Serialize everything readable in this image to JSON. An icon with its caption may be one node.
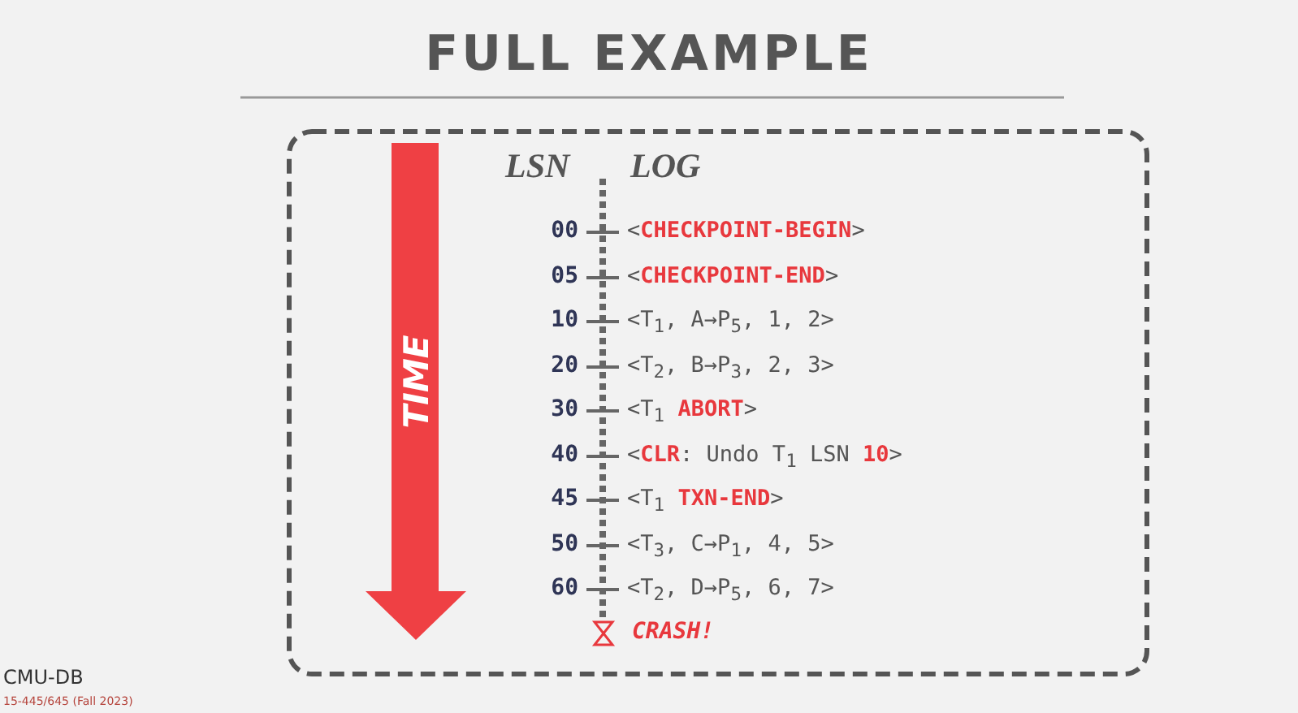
{
  "diagram": {
    "title": "FULL EXAMPLE",
    "labels": [
      "TIME",
      "LSN",
      "LOG",
      "00",
      "<**CHECKPOINT-BEGIN**>",
      "05",
      "<**CHECKPOINT-END**>",
      "10",
      "<T$_{1}$, A→P$_{5}$, 1, 2>",
      "20",
      "<T$_{2}$, B→P$_{3}$, 2, 3>",
      "30",
      "<T$_{1}$ **ABORT**>",
      "40",
      "<**CLR**: Undo T$_{1}$ LSN **10**>",
      "45",
      "<T$_{1}$ **TXN-END**>",
      "50",
      "<T$_{3}$, C→P$_{1}$, 4, 5>",
      "60",
      "<T$_{2}$, D→P$_{5}$, 6, 7>",
      "CRASH!",
      "CMU-DB",
      "15-445/645 (Fall 2023)"
    ]
  }
}
